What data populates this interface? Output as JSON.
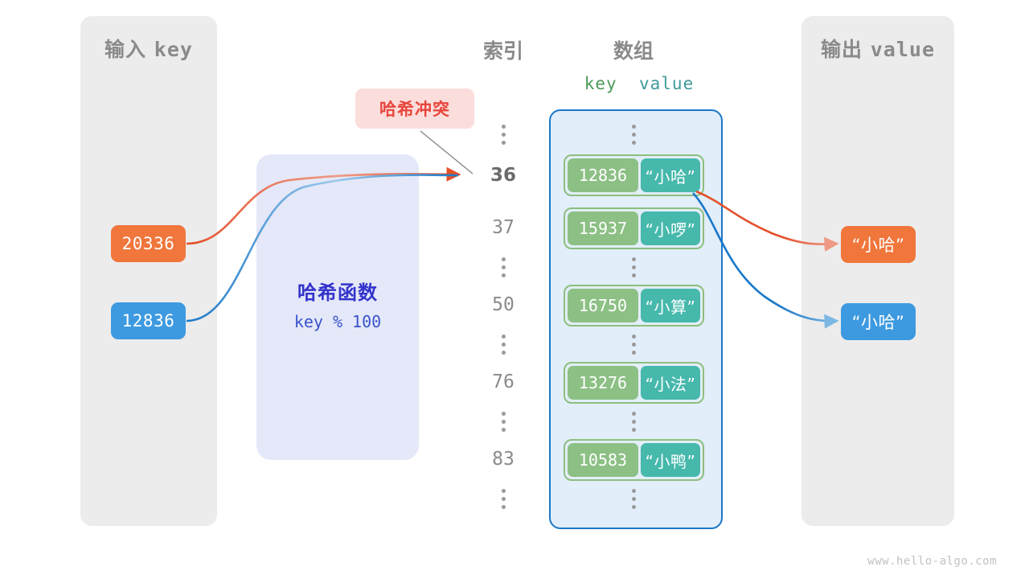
{
  "panels": {
    "input": {
      "title_cn": "输入",
      "title_code": "key"
    },
    "output": {
      "title_cn": "输出",
      "title_code": "value"
    }
  },
  "headings": {
    "index": "索引",
    "array": "数组",
    "key_col": "key",
    "value_col": "value"
  },
  "collision": {
    "label": "哈希冲突"
  },
  "hash_function": {
    "title": "哈希函数",
    "formula": "key % 100"
  },
  "inputs": [
    {
      "value": "20336",
      "color": "#f0763c"
    },
    {
      "value": "12836",
      "color": "#3d9ae0"
    }
  ],
  "outputs": [
    {
      "value": "“小哈”",
      "color": "#f0763c"
    },
    {
      "value": "“小哈”",
      "color": "#3d9ae0"
    }
  ],
  "index_labels": [
    {
      "text": "36",
      "highlight": true
    },
    {
      "text": "37",
      "highlight": false
    },
    {
      "text": "50",
      "highlight": false
    },
    {
      "text": "76",
      "highlight": false
    },
    {
      "text": "83",
      "highlight": false
    }
  ],
  "buckets": [
    {
      "key": "12836",
      "value": "“小哈”"
    },
    {
      "key": "15937",
      "value": "“小啰”"
    },
    {
      "key": "16750",
      "value": "“小算”"
    },
    {
      "key": "13276",
      "value": "“小法”"
    },
    {
      "key": "10583",
      "value": "“小鸭”"
    }
  ],
  "colors": {
    "panel_bg": "#ececec",
    "array_bg": "#e2eef9",
    "array_border": "#1a78c8",
    "cell_key": "#8cc084",
    "cell_value": "#46b8ac",
    "cell_border": "#8cbf7e",
    "hash_bg": "#e4e8f8",
    "hash_text": "#3333cc",
    "collision_bg": "#fbdedc",
    "collision_text": "#e8453c",
    "orange": "#f0763c",
    "blue": "#3d9ae0",
    "muted_text": "#8a8a8a"
  },
  "watermark": "www.hello-algo.com"
}
